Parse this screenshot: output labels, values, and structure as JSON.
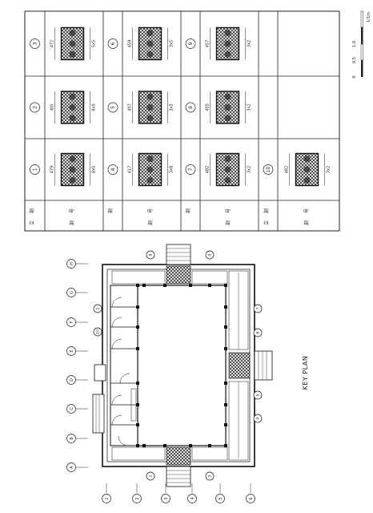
{
  "key_plan_title": "KEY PLAN",
  "scale_bar": {
    "unit": "1/1m",
    "ticks": [
      "0",
      "0.5",
      "1.0"
    ]
  },
  "panel_header": {
    "label_a": "剖",
    "label_b": "号",
    "label_c": "立"
  },
  "panels": [
    {
      "id": "1",
      "dim_h": "8x0",
      "dim_v": "479"
    },
    {
      "id": "2",
      "dim_h": "8x0",
      "dim_v": "4t0"
    },
    {
      "id": "3",
      "dim_h": "5x5",
      "dim_v": "472"
    },
    {
      "id": "4",
      "dim_h": "3x8",
      "dim_v": "417"
    },
    {
      "id": "5",
      "dim_h": "3x5",
      "dim_v": "407"
    },
    {
      "id": "6",
      "dim_h": "3x5",
      "dim_v": "459"
    },
    {
      "id": "7",
      "dim_h": "3x2",
      "dim_v": "482"
    },
    {
      "id": "8",
      "dim_h": "3x2",
      "dim_v": "455"
    },
    {
      "id": "9",
      "dim_h": "3x2",
      "dim_v": "457"
    },
    {
      "id": "10",
      "dim_h": "3x2",
      "dim_v": "482"
    }
  ],
  "grid_top": [
    "H",
    "G",
    "F",
    "E",
    "D",
    "C",
    "B",
    "A"
  ],
  "grid_bottom": [
    "1",
    "2",
    "3",
    "4",
    "5",
    "6"
  ],
  "plan_tags": [
    "9",
    "8",
    "7",
    "6",
    "5",
    "4",
    "3",
    "2",
    "1",
    "10"
  ]
}
